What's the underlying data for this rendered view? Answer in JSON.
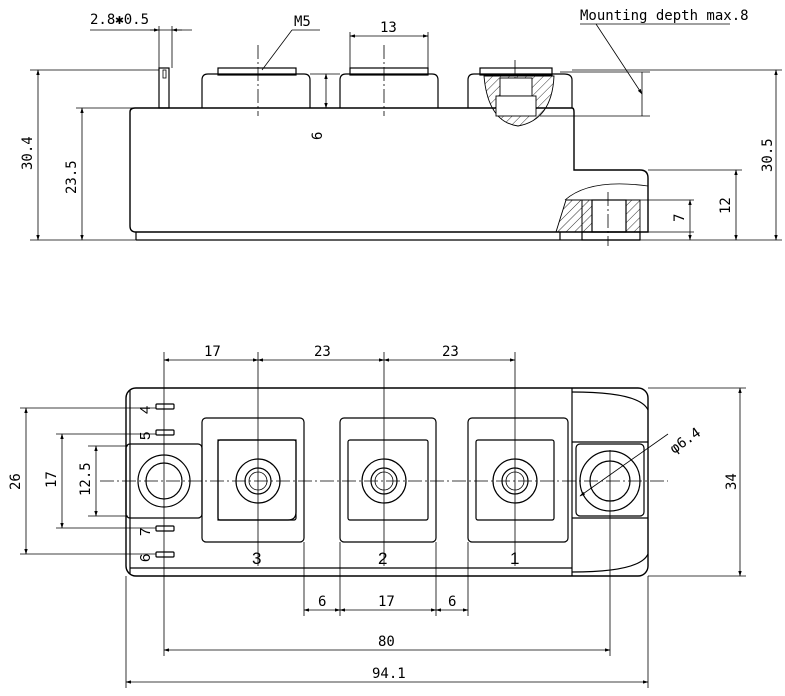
{
  "side_view": {
    "dim_pin_width": "2.8✱0.5",
    "screw_label": "M5",
    "dim_terminal_width": "13",
    "mounting_note": "Mounting depth max.8",
    "dim_total_height_left": "30.4",
    "dim_body_height": "23.5",
    "dim_terminal_height": "6",
    "dim_total_height_right": "30.5",
    "dim_flange_height": "12",
    "dim_flange_inner": "7"
  },
  "top_view": {
    "dim_pitch_first": "17",
    "dim_pitch_second": "23",
    "dim_pitch_third": "23",
    "dim_hole_diameter": "φ6.4",
    "dim_width": "34",
    "dim_pin_span_outer": "26",
    "dim_pin_span_middle": "17",
    "dim_pin_span_inner": "12.5",
    "dim_gap_left": "6",
    "dim_terminal_block": "17",
    "dim_gap_right": "6",
    "dim_hole_spacing": "80",
    "dim_total_length": "94.1",
    "terminal_labels": [
      "3",
      "2",
      "1"
    ],
    "pin_labels": [
      "4",
      "5",
      "7",
      "6"
    ]
  }
}
